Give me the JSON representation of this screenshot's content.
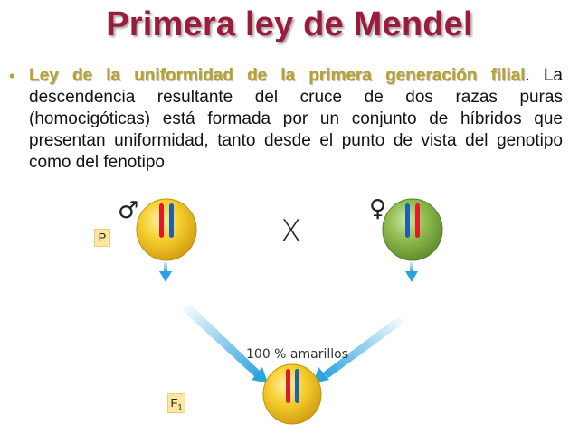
{
  "title": "Primera ley de Mendel",
  "paragraph": {
    "highlight": "Ley de la uniformidad de la primera generación filial",
    "text": ". La descendencia resultante del cruce de dos razas puras (homocigóticas) está formada por un conjunto de híbridos que presentan uniformidad, tanto desde el punto de vista del genotipo como del fenotipo"
  },
  "diagram": {
    "parent_label": "P",
    "male_symbol": "♂",
    "female_symbol": "♀",
    "cross_symbol": "X",
    "f1_label": "F",
    "f1_subscript": "1",
    "f1_caption": "100 % amarillos",
    "colors": {
      "yellow_cell": "#f2c21c",
      "green_cell": "#7eae40",
      "chromosome_red": "#e3192b",
      "chromosome_blue": "#1a5fb8",
      "arrow_blue": "#2aa3de",
      "title_color": "#9b1b3b"
    }
  }
}
